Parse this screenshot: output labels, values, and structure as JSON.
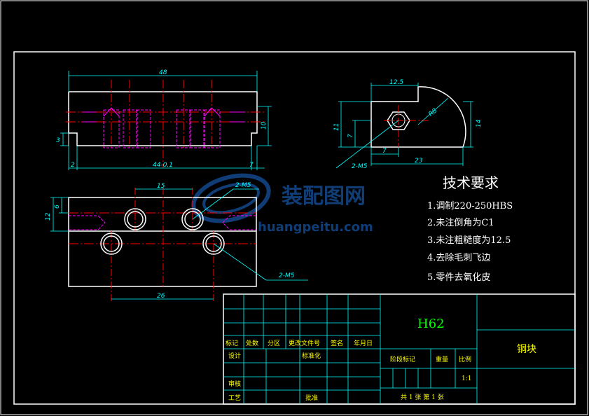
{
  "drawing": {
    "front_view": {
      "dim_overall_length": "48",
      "dim_height": "10",
      "dim_step": "3",
      "dim_left_offset": "2",
      "dim_right_offset": "7",
      "dim_hole_span": "44-0.1"
    },
    "top_view": {
      "dim_hole_spacing": "15",
      "dim_hole_pitch": "26",
      "dim_width": "12",
      "dim_row_offset": "6",
      "thread_callout_upper": "2-M5",
      "thread_callout_lower": "2-M5"
    },
    "side_view": {
      "dim_top": "12.5",
      "dim_total_width": "23",
      "dim_hole_x": "7",
      "dim_radius": "R8",
      "dim_height_left": "11",
      "dim_hole_y": "7",
      "dim_height_right": "14",
      "thread_callout": "2-M5"
    }
  },
  "requirements": {
    "title": "技术要求",
    "items": [
      "1.调制220-250HBS",
      "2.未注倒角为C1",
      "3.未注粗糙度为12.5",
      "4.去除毛刺飞边",
      "5.零件去氧化皮"
    ]
  },
  "watermark": {
    "brand": "装配图网",
    "url": "huangpeitu.com"
  },
  "title_block": {
    "material": "H62",
    "part_name": "铜块",
    "scale": "1:1",
    "sheet_info": "共 1 张  第 1 张",
    "labels": {
      "mark": "标记",
      "count": "处数",
      "zone": "分区",
      "change_doc": "更改文件号",
      "signature": "签名",
      "date": "年月日",
      "design": "设计",
      "standardize": "标准化",
      "stage_mark": "阶段标记",
      "weight": "重量",
      "ratio": "比例",
      "review": "审核",
      "process": "工艺",
      "approve": "批准"
    }
  },
  "colors": {
    "background": "#000000",
    "outline": "#ffffff",
    "dimension": "#00ffff",
    "centerline": "#ff0000",
    "hidden": "#ff00ff",
    "title_text": "#ffff00",
    "material_text": "#00ff00"
  }
}
